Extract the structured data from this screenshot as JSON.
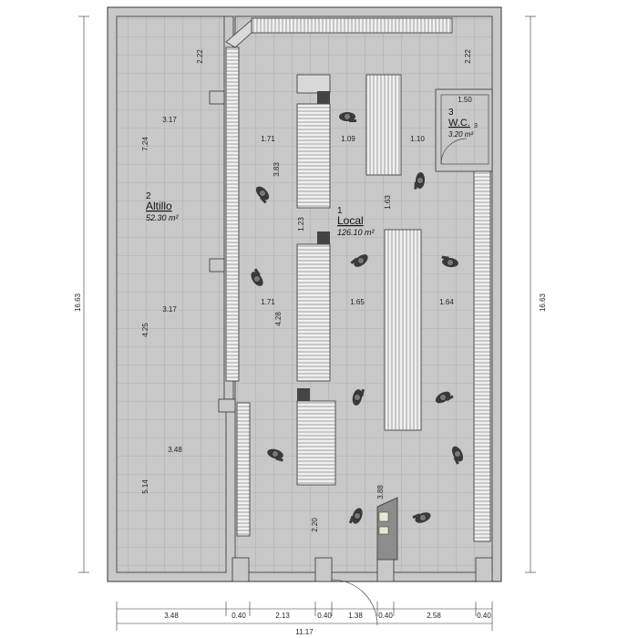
{
  "rooms": {
    "altillo": {
      "number": "2",
      "name": "Altillo",
      "area": "52.30 m²"
    },
    "local": {
      "number": "1",
      "name": "Local",
      "area": "126.10 m²"
    },
    "wc": {
      "number": "3",
      "name": "W.C.",
      "area": "3.20 m²",
      "sub": "3"
    }
  },
  "dims": {
    "total_height_left": "16.63",
    "total_height_right": "16.63",
    "bottom_3_48": "3.48",
    "bottom_0_40_a": "0.40",
    "bottom_2_13": "2.13",
    "bottom_0_40_b": "0.40",
    "bottom_1_38": "1.38",
    "bottom_0_40_c": "0.40",
    "bottom_2_58": "2.58",
    "bottom_0_40_d": "0.40",
    "bottom_total": "11.17",
    "altillo_7_24": "7.24",
    "altillo_4_25": "4.25",
    "altillo_5_14": "5.14",
    "altillo_3_17_a": "3.17",
    "altillo_3_17_b": "3.17",
    "altillo_3_48": "3.48",
    "altillo_2_22": "2.22",
    "local_2_22": "2.22",
    "wc_1_50": "1.50",
    "local_1_71_a": "1.71",
    "local_1_09": "1.09",
    "local_1_10": "1.10",
    "local_3_83": "3.83",
    "local_1_63": "1.63",
    "local_1_23": "1.23",
    "local_1_71_b": "1.71",
    "local_1_65": "1.65",
    "local_1_64": "1.64",
    "local_4_28": "4.28",
    "local_3_88": "3.88",
    "local_2_20": "2.20"
  },
  "colors": {
    "wall": "#c8c8c8",
    "wall_stroke": "#333333",
    "floor_grid": "#9a9a9a",
    "shelf": "#d9d9d9",
    "person": "#3a3a3a",
    "counter": "#8c8c8c"
  },
  "icons": {
    "person": "person-icon",
    "column": "column-icon",
    "door": "door-icon",
    "checkout": "checkout-counter-icon"
  }
}
